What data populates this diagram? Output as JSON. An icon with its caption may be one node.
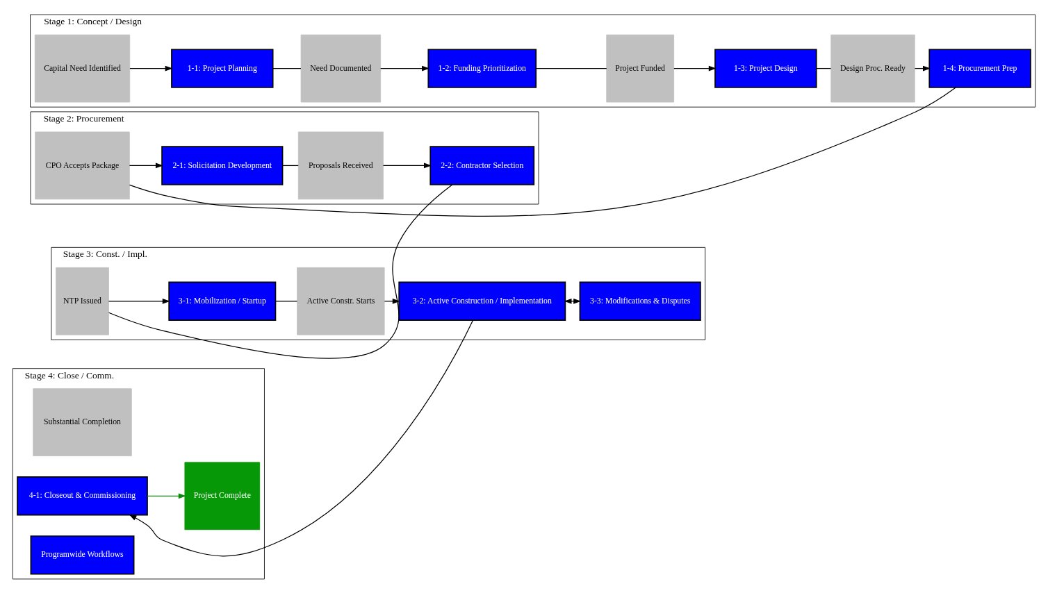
{
  "diagram": {
    "nodes": [
      {
        "text": [
          "Stage 1: Concept / Design"
        ]
      },
      {
        "text": [
          "Capital Need Identified"
        ],
        "in": 0
      },
      {
        "text": [
          "1-1: Project Planning"
        ],
        "in": 0
      },
      {
        "text": [
          "Need Documented"
        ],
        "in": 0
      },
      {
        "text": [
          "1-2: Funding Prioritization"
        ],
        "in": 0
      },
      {
        "text": [
          "Project Funded"
        ],
        "in": 0
      },
      {
        "text": [
          "1-3: Project Design"
        ],
        "in": 0
      },
      {
        "text": [
          "Design Proc. Ready"
        ],
        "in": 0
      },
      {
        "text": [
          "1-4: Procurement Prep"
        ],
        "in": 0
      },
      {
        "text": [
          "Stage 2: Procurement"
        ]
      },
      {
        "text": [
          "CPO Accepts Package"
        ],
        "in": 9
      },
      {
        "text": [
          "2-1: Solicitation Development"
        ],
        "in": 9
      },
      {
        "text": [
          "Proposals Received"
        ],
        "in": 9
      },
      {
        "text": [
          "2-2: Contractor Selection"
        ],
        "in": 9
      },
      {
        "text": [
          "Stage 3: Const. / Impl."
        ]
      },
      {
        "text": [
          "NTP Issued"
        ],
        "in": 14
      },
      {
        "text": [
          "3-1: Mobilization / Startup"
        ],
        "in": 14
      },
      {
        "text": [
          "Active Constr. Starts"
        ],
        "in": 14
      },
      {
        "text": [
          "3-2: Active Construction / Implementation"
        ],
        "in": 14
      },
      {
        "text": [
          "3-3: Modifications & Disputes"
        ],
        "in": 14
      },
      {
        "text": [
          "Stage 4: Close / Comm."
        ]
      },
      {
        "text": [
          "Substantial Completion"
        ],
        "in": 20
      },
      {
        "text": [
          "4-1: Closeout & Commissioning"
        ],
        "in": 20
      },
      {
        "text": [
          "Project Complete"
        ],
        "in": 20
      },
      {
        "text": [
          "Programwide Workflows"
        ],
        "in": 20
      }
    ],
    "edges": [
      {
        "from": 1,
        "to": 2,
        "arrow": "to"
      },
      {
        "from": 2,
        "to": 3,
        "arrow": "none"
      },
      {
        "from": 3,
        "to": 4,
        "arrow": "to"
      },
      {
        "from": 4,
        "to": 5,
        "arrow": "none"
      },
      {
        "from": 5,
        "to": 6,
        "arrow": "to"
      },
      {
        "from": 6,
        "to": 7,
        "arrow": "none"
      },
      {
        "from": 7,
        "to": 8,
        "arrow": "to"
      },
      {
        "from": 8,
        "to": 10,
        "arrow": "none"
      },
      {
        "from": 10,
        "to": 11,
        "arrow": "to"
      },
      {
        "from": 11,
        "to": 12,
        "arrow": "none"
      },
      {
        "from": 12,
        "to": 13,
        "arrow": "to"
      },
      {
        "from": 13,
        "to": 15,
        "arrow": "none"
      },
      {
        "from": 15,
        "to": 16,
        "arrow": "to"
      },
      {
        "from": 16,
        "to": 17,
        "arrow": "none"
      },
      {
        "from": 17,
        "to": 18,
        "arrow": "to"
      },
      {
        "from": 18,
        "to": 19,
        "arrow": "both",
        "style": "dashed"
      },
      {
        "from": 18,
        "to": 22,
        "arrow": "to"
      },
      {
        "from": 22,
        "to": 23,
        "arrow": "to",
        "color": "#0b8a0b"
      }
    ]
  }
}
